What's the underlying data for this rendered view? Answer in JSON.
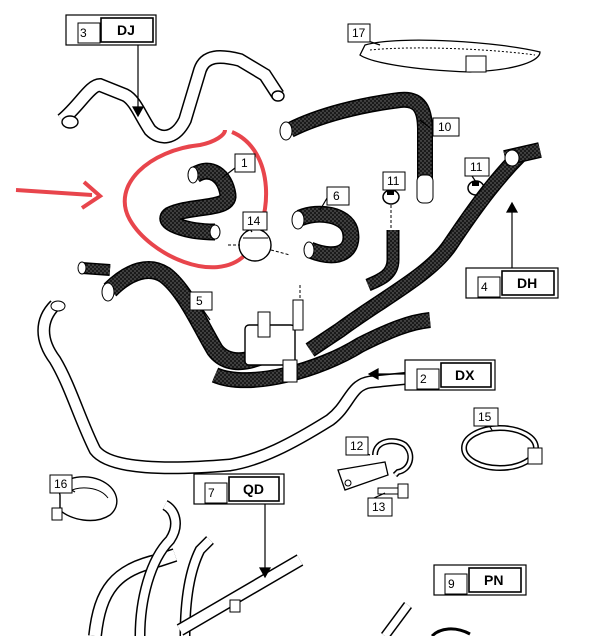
{
  "callouts": [
    {
      "num": "3",
      "code": "DJ"
    },
    {
      "num": "4",
      "code": "DH"
    },
    {
      "num": "2",
      "code": "DX"
    },
    {
      "num": "7",
      "code": "QD"
    },
    {
      "num": "9",
      "code": "PN"
    }
  ],
  "part_numbers": [
    "17",
    "10",
    "1",
    "11",
    "11",
    "6",
    "14",
    "5",
    "12",
    "15",
    "16",
    "13"
  ],
  "colors": {
    "annotation": "#e8454c",
    "hose_fill": "#3a3a3a",
    "line": "#000000"
  },
  "icons": [
    "hose-shape",
    "hose-clamp-icon",
    "bracket-icon",
    "bolt-icon",
    "arrow-icon"
  ]
}
